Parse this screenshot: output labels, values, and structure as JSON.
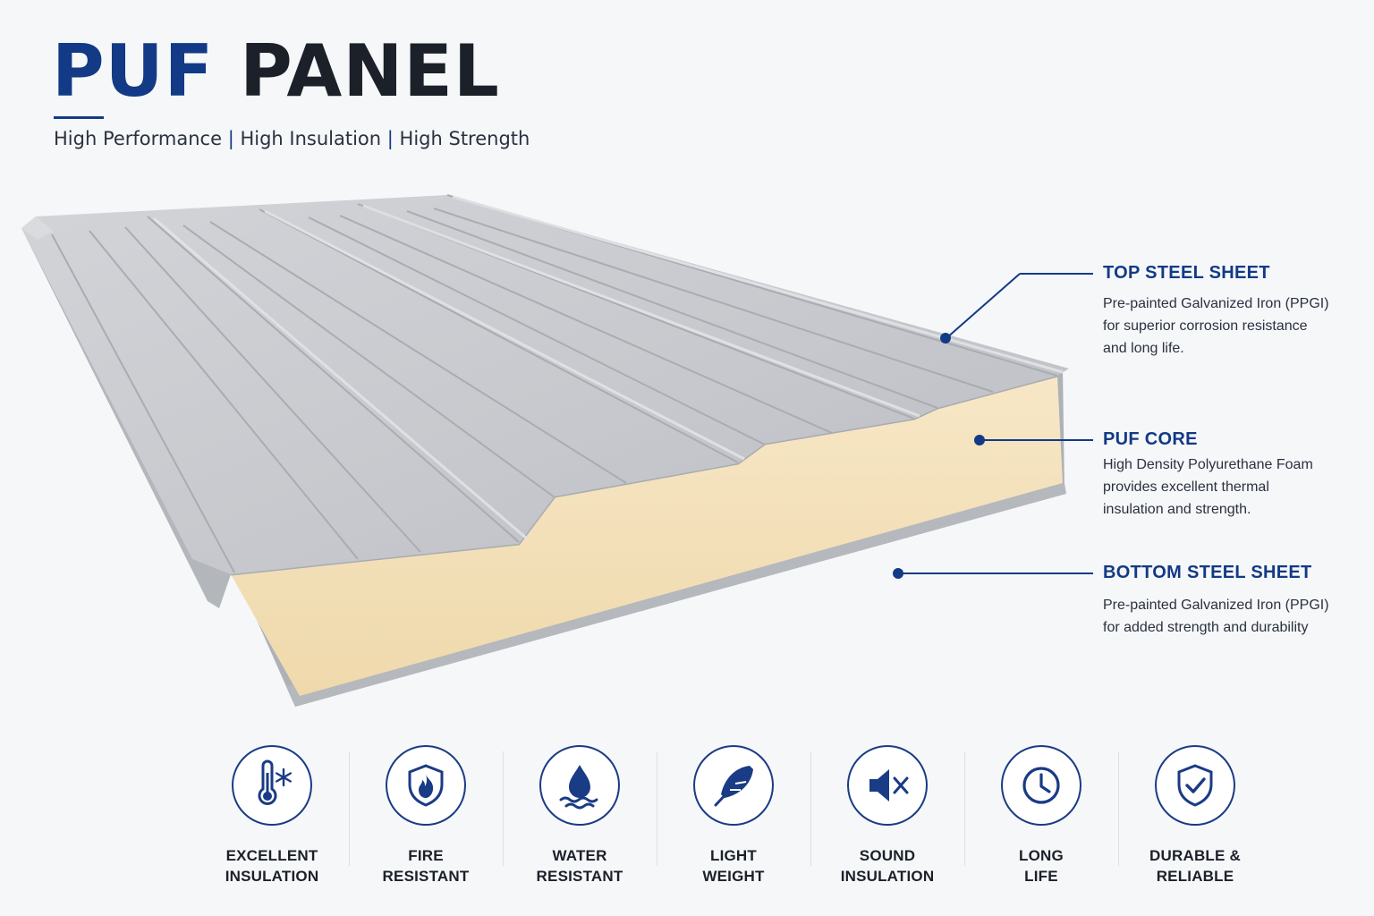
{
  "header": {
    "title_part1": "PUF",
    "title_part2": "PANEL",
    "subtitle_items": [
      "High Performance",
      "High Insulation",
      "High Strength"
    ],
    "subtitle_separator": "|"
  },
  "callouts": [
    {
      "title": "TOP STEEL SHEET",
      "desc": [
        "Pre-painted Galvanized Iron (PPGI)",
        "for superior corrosion resistance",
        "and long life."
      ]
    },
    {
      "title": "PUF CORE",
      "desc": [
        "High Density Polyurethane Foam",
        "provides excellent thermal",
        "insulation and strength."
      ]
    },
    {
      "title": "BOTTOM STEEL SHEET",
      "desc": [
        "Pre-painted Galvanized Iron (PPGI)",
        "for added strength and durability"
      ]
    }
  ],
  "features": [
    {
      "icon": "thermometer-snowflake-icon",
      "line1": "EXCELLENT",
      "line2": "INSULATION"
    },
    {
      "icon": "fire-shield-icon",
      "line1": "FIRE",
      "line2": "RESISTANT"
    },
    {
      "icon": "water-drop-icon",
      "line1": "WATER",
      "line2": "RESISTANT"
    },
    {
      "icon": "feather-icon",
      "line1": "LIGHT",
      "line2": "WEIGHT"
    },
    {
      "icon": "speaker-mute-icon",
      "line1": "SOUND",
      "line2": "INSULATION"
    },
    {
      "icon": "clock-icon",
      "line1": "LONG",
      "line2": "LIFE"
    },
    {
      "icon": "shield-check-icon",
      "line1": "DURABLE &",
      "line2": "RELIABLE"
    }
  ],
  "colors": {
    "brand_blue": "#123a86",
    "dark_text": "#1b2029",
    "steel": "#c7c9ce",
    "foam": "#f4e2bd",
    "background": "#f6f7f8"
  }
}
